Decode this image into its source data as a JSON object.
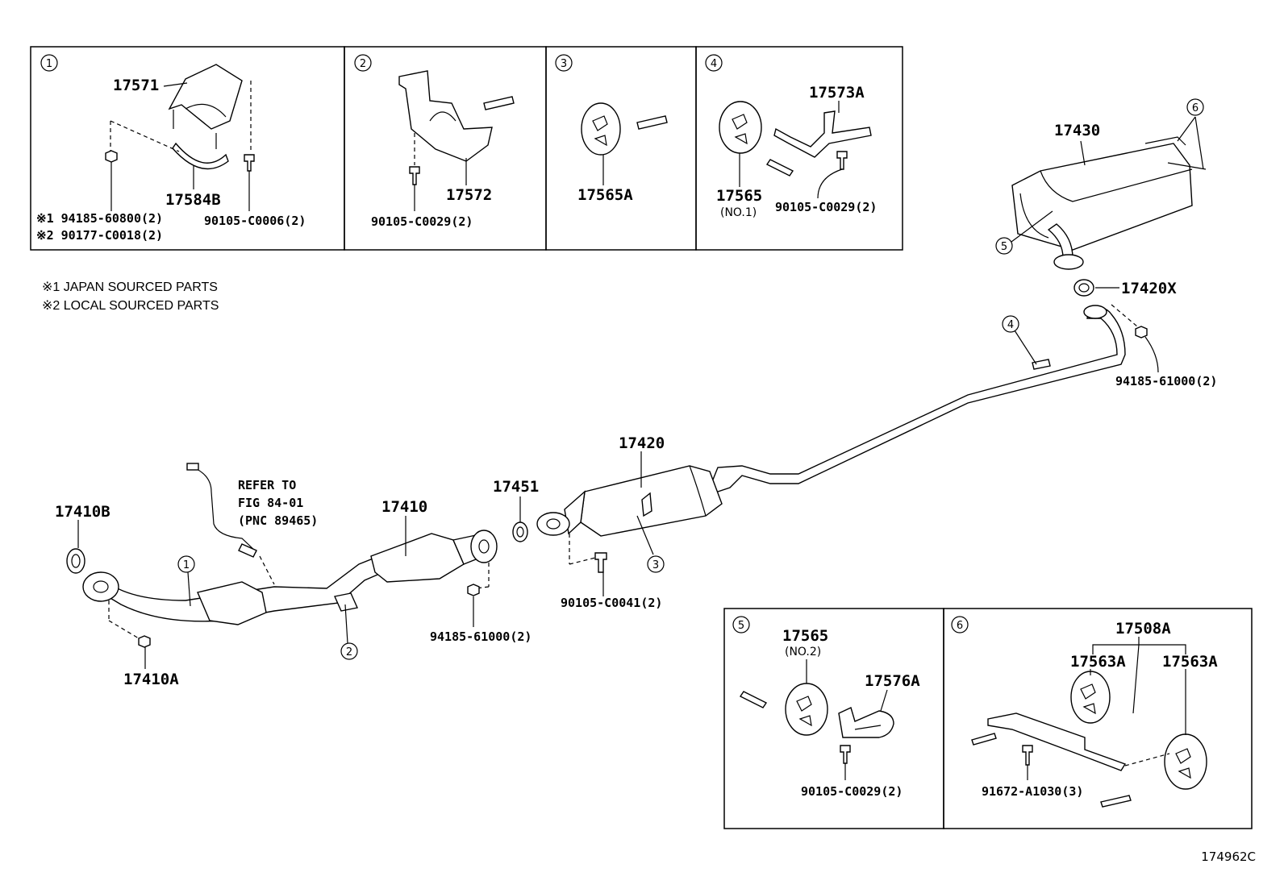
{
  "diagram_id": "174962C",
  "notes": {
    "note1": "※1 JAPAN SOURCED PARTS",
    "note2": "※2 LOCAL SOURCED PARTS"
  },
  "boxes": {
    "b1": {
      "num": "1",
      "part_a": "17571",
      "part_b": "17584B",
      "bolt": "90105-C0006(2)",
      "nut1": "※1 94185-60800(2)",
      "nut2": "※2 90177-C0018(2)"
    },
    "b2": {
      "num": "2",
      "part": "17572",
      "bolt": "90105-C0029(2)"
    },
    "b3": {
      "num": "3",
      "part": "17565A"
    },
    "b4": {
      "num": "4",
      "part_a": "17573A",
      "part_b": "17565",
      "part_b_note": "(NO.1)",
      "bolt": "90105-C0029(2)"
    },
    "b5": {
      "num": "5",
      "part_a": "17565",
      "part_a_note": "(NO.2)",
      "part_b": "17576A",
      "bolt": "90105-C0029(2)"
    },
    "b6": {
      "num": "6",
      "part_a": "17508A",
      "part_b": "17563A",
      "part_c": "17563A",
      "bolt": "91672-A1030(3)"
    }
  },
  "main": {
    "muffler": "17430",
    "muffler_gasket": "17420X",
    "center_pipe": "17420",
    "center_nut": "94185-61000(2)",
    "gasket_17451": "17451",
    "front_pipe": "17410",
    "front_nut": "94185-61000(2)",
    "center_bolt": "90105-C0041(2)",
    "gasket_17410B": "17410B",
    "nut_17410A": "17410A",
    "refer_1": "REFER TO",
    "refer_2": "FIG 84-01",
    "refer_3": "(PNC 89465)",
    "call_1": "1",
    "call_2": "2",
    "call_3": "3",
    "call_4": "4",
    "call_5": "5",
    "call_6": "6"
  }
}
